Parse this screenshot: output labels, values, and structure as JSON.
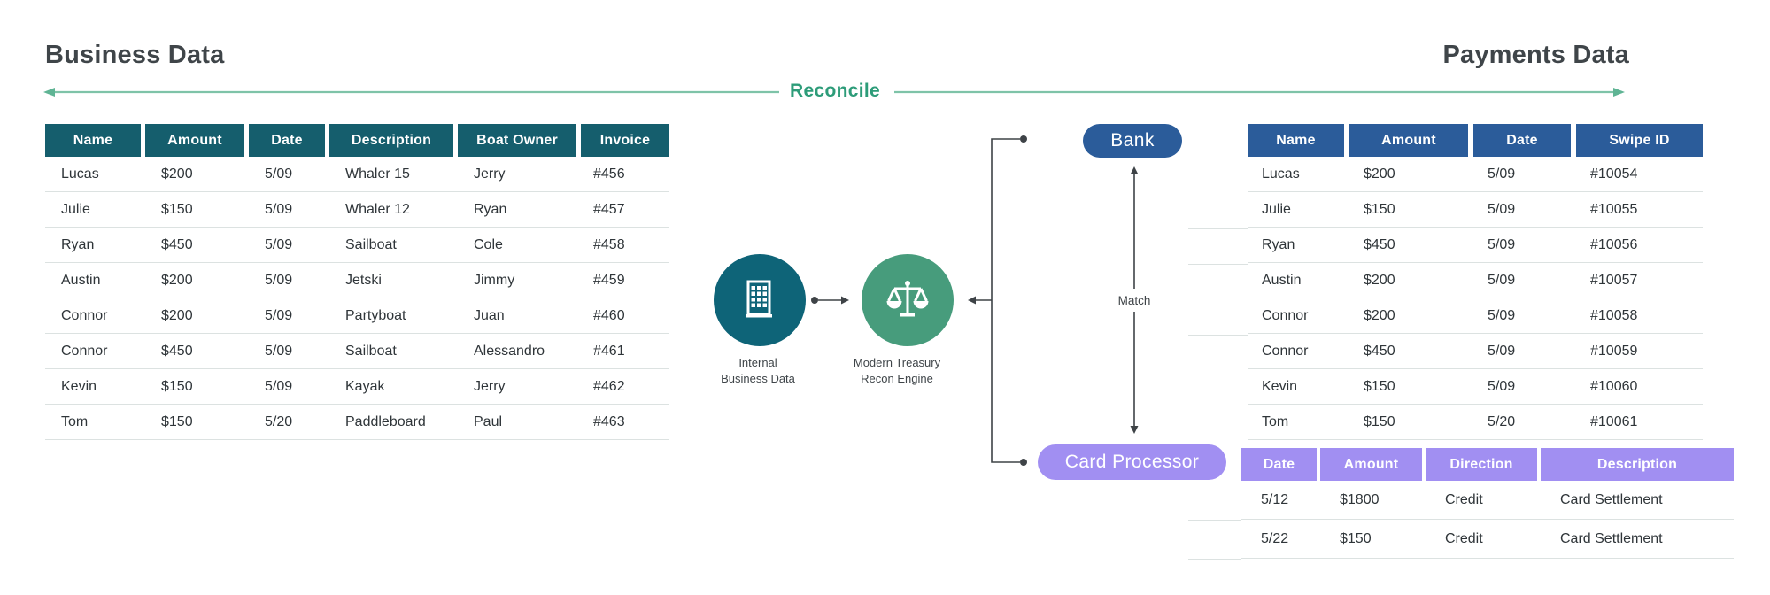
{
  "headings": {
    "left": "Business Data",
    "right": "Payments Data",
    "reconcile": "Reconcile"
  },
  "business_table": {
    "headers": [
      "Name",
      "Amount",
      "Date",
      "Description",
      "Boat Owner",
      "Invoice"
    ],
    "rows": [
      [
        "Lucas",
        "$200",
        "5/09",
        "Whaler 15",
        "Jerry",
        "#456"
      ],
      [
        "Julie",
        "$150",
        "5/09",
        "Whaler 12",
        "Ryan",
        "#457"
      ],
      [
        "Ryan",
        "$450",
        "5/09",
        "Sailboat",
        "Cole",
        "#458"
      ],
      [
        "Austin",
        "$200",
        "5/09",
        "Jetski",
        "Jimmy",
        "#459"
      ],
      [
        "Connor",
        "$200",
        "5/09",
        "Partyboat",
        "Juan",
        "#460"
      ],
      [
        "Connor",
        "$450",
        "5/09",
        "Sailboat",
        "Alessandro",
        "#461"
      ],
      [
        "Kevin",
        "$150",
        "5/09",
        "Kayak",
        "Jerry",
        "#462"
      ],
      [
        "Tom",
        "$150",
        "5/20",
        "Paddleboard",
        "Paul",
        "#463"
      ]
    ]
  },
  "payments_table": {
    "headers": [
      "Name",
      "Amount",
      "Date",
      "Swipe ID"
    ],
    "rows": [
      [
        "Lucas",
        "$200",
        "5/09",
        "#10054"
      ],
      [
        "Julie",
        "$150",
        "5/09",
        "#10055"
      ],
      [
        "Ryan",
        "$450",
        "5/09",
        "#10056"
      ],
      [
        "Austin",
        "$200",
        "5/09",
        "#10057"
      ],
      [
        "Connor",
        "$200",
        "5/09",
        "#10058"
      ],
      [
        "Connor",
        "$450",
        "5/09",
        "#10059"
      ],
      [
        "Kevin",
        "$150",
        "5/09",
        "#10060"
      ],
      [
        "Tom",
        "$150",
        "5/20",
        "#10061"
      ]
    ]
  },
  "settlement_table": {
    "headers": [
      "Date",
      "Amount",
      "Direction",
      "Description"
    ],
    "rows": [
      [
        "5/12",
        "$1800",
        "Credit",
        "Card Settlement"
      ],
      [
        "5/22",
        "$150",
        "Credit",
        "Card Settlement"
      ]
    ]
  },
  "diagram": {
    "internal_node": {
      "icon": "building-icon",
      "label_line1": "Internal",
      "label_line2": "Business Data"
    },
    "engine_node": {
      "icon": "scales-icon",
      "label_line1": "Modern Treasury",
      "label_line2": "Recon Engine"
    },
    "bank_label": "Bank",
    "card_processor_label": "Card Processor",
    "match_label": "Match"
  },
  "colors": {
    "teal_header": "#155e6d",
    "teal_circle": "#0e6478",
    "green_circle": "#479c7c",
    "green_text": "#2d9c79",
    "green_line": "#7ec3a8",
    "blue": "#2b5c9a",
    "purple": "#a18ff2",
    "connector": "#3e4347",
    "divider": "#dce2e1",
    "text": "#2f3539"
  }
}
